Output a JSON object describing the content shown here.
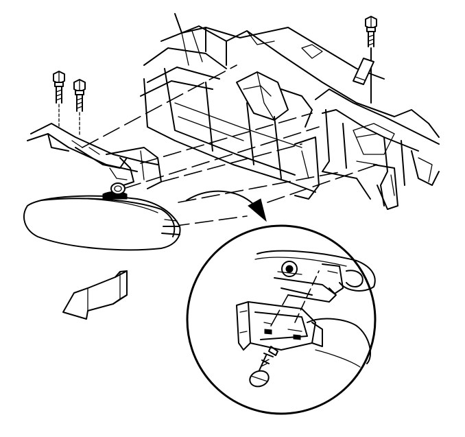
{
  "figure": {
    "title": "",
    "labels": []
  },
  "icons": {
    "direction_arrow": "hollow-arrow-pointing-forward",
    "rotation_arrow": "curved-arrow-to-detail-view",
    "detail": "circular-detail-inset"
  },
  "colors": {
    "line": "#000000",
    "background": "#ffffff"
  }
}
